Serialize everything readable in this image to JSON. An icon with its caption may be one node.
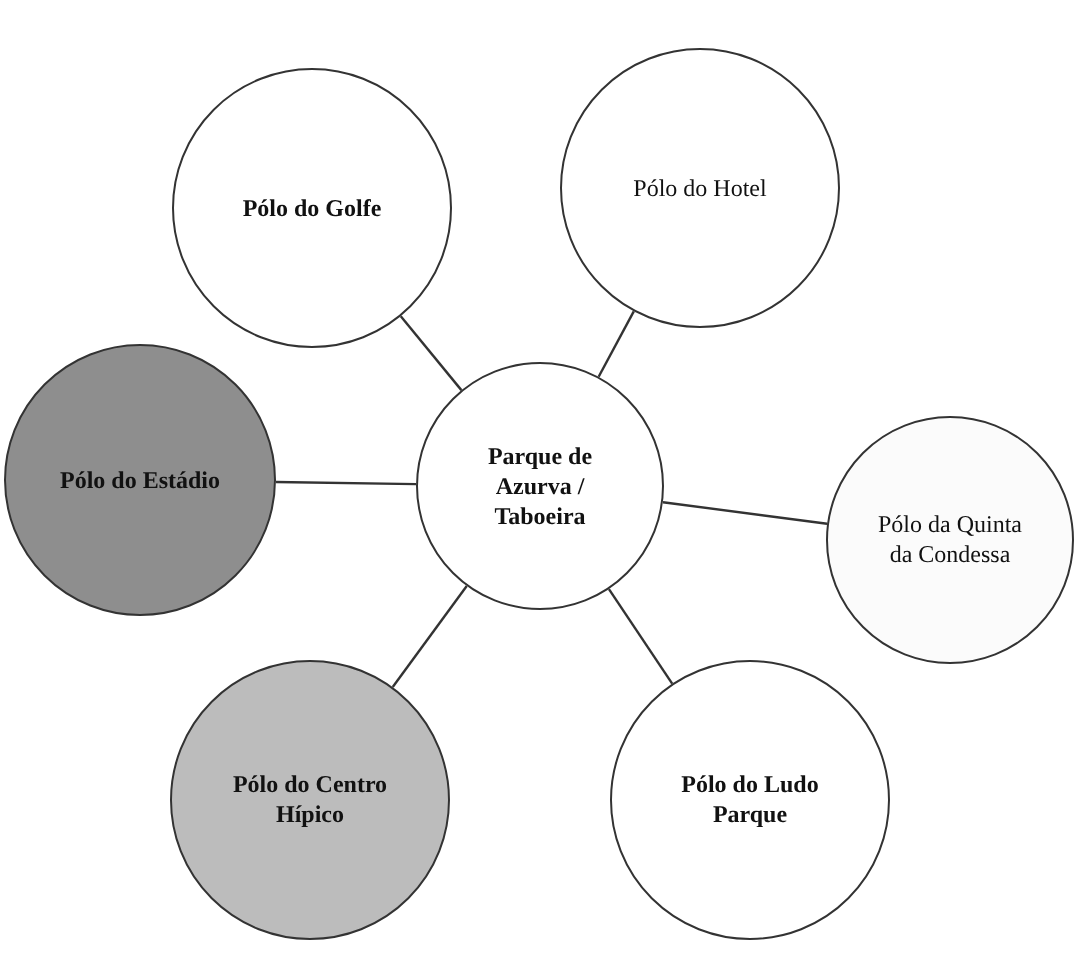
{
  "diagram": {
    "nodes": [
      {
        "text": [
          "Pólo do Golfe"
        ]
      },
      {
        "text": [
          "Pólo do Hotel"
        ]
      },
      {
        "text": [
          "Pólo do Estádio"
        ]
      },
      {
        "text": [
          "Parque de Azurva / Taboeira"
        ]
      },
      {
        "text": [
          "Pólo da Quinta da Condessa"
        ]
      },
      {
        "text": [
          "Pólo do Centro Hípico"
        ]
      },
      {
        "text": [
          "Pólo do Ludo Parque"
        ]
      }
    ],
    "edges": [
      {
        "from": 3,
        "to": 0,
        "arrow": "none"
      },
      {
        "from": 3,
        "to": 1,
        "arrow": "none"
      },
      {
        "from": 3,
        "to": 2,
        "arrow": "none"
      },
      {
        "from": 3,
        "to": 4,
        "arrow": "none"
      },
      {
        "from": 3,
        "to": 5,
        "arrow": "none"
      },
      {
        "from": 3,
        "to": 6,
        "arrow": "none"
      }
    ]
  }
}
